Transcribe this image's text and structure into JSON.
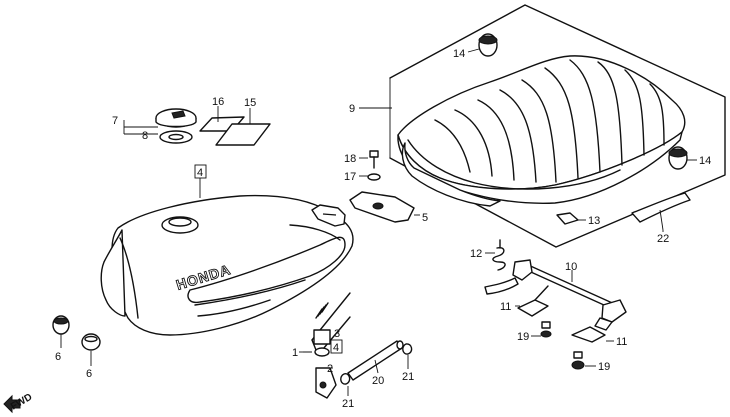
{
  "diagram": {
    "brand_logo": "HONDA",
    "direction_marker": "FWD",
    "callouts": [
      {
        "id": "c1",
        "text": "1"
      },
      {
        "id": "c2",
        "text": "2"
      },
      {
        "id": "c3",
        "text": "3"
      },
      {
        "id": "c4",
        "text": "4"
      },
      {
        "id": "c4b",
        "text": "4"
      },
      {
        "id": "c5",
        "text": "5"
      },
      {
        "id": "c6a",
        "text": "6"
      },
      {
        "id": "c6b",
        "text": "6"
      },
      {
        "id": "c7",
        "text": "7"
      },
      {
        "id": "c8",
        "text": "8"
      },
      {
        "id": "c9",
        "text": "9"
      },
      {
        "id": "c10",
        "text": "10"
      },
      {
        "id": "c11a",
        "text": "11"
      },
      {
        "id": "c11b",
        "text": "11"
      },
      {
        "id": "c12",
        "text": "12"
      },
      {
        "id": "c13",
        "text": "13"
      },
      {
        "id": "c14a",
        "text": "14"
      },
      {
        "id": "c14b",
        "text": "14"
      },
      {
        "id": "c15",
        "text": "15"
      },
      {
        "id": "c16",
        "text": "16"
      },
      {
        "id": "c17",
        "text": "17"
      },
      {
        "id": "c18",
        "text": "18"
      },
      {
        "id": "c19a",
        "text": "19"
      },
      {
        "id": "c19b",
        "text": "19"
      },
      {
        "id": "c20",
        "text": "20"
      },
      {
        "id": "c21a",
        "text": "21"
      },
      {
        "id": "c21b",
        "text": "21"
      },
      {
        "id": "c22",
        "text": "22"
      }
    ]
  }
}
